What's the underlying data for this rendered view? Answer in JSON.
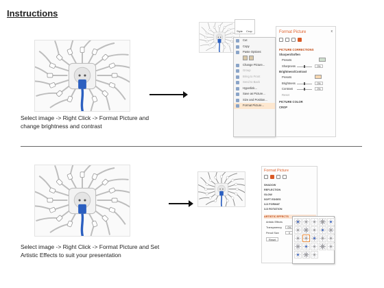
{
  "title": "Instructions",
  "step1": {
    "caption": "Select image -> Right Click -> Format Picture and change brightness and contrast",
    "toolbar": [
      "Style",
      "Crop"
    ],
    "context_menu": [
      {
        "label": "Cut",
        "state": "normal"
      },
      {
        "label": "Copy",
        "state": "normal"
      },
      {
        "label": "Paste Options:",
        "state": "normal"
      },
      {
        "label": "",
        "state": "paste"
      },
      {
        "label": "Change Picture...",
        "state": "normal"
      },
      {
        "label": "Group",
        "state": "disabled"
      },
      {
        "label": "Bring to Front",
        "state": "disabled"
      },
      {
        "label": "Send to Back",
        "state": "disabled"
      },
      {
        "label": "Hyperlink...",
        "state": "normal"
      },
      {
        "label": "Save as Picture...",
        "state": "normal"
      },
      {
        "label": "Size and Position...",
        "state": "normal"
      },
      {
        "label": "Format Picture...",
        "state": "selected"
      }
    ],
    "pane": {
      "title": "Format Picture",
      "close": "x",
      "section": "PICTURE CORRECTIONS",
      "sharpen_header": "Sharpen/Soften",
      "presets_label": "Presets",
      "sharpness_label": "Sharpness",
      "sharpness_value": "0%",
      "bc_header": "Brightness/Contrast",
      "bc_presets_label": "Presets",
      "brightness_label": "Brightness",
      "brightness_value": "0%",
      "contrast_label": "Contrast",
      "contrast_value": "0%",
      "reset_label": "Reset",
      "picture_color": "PICTURE COLOR",
      "crop": "CROP"
    }
  },
  "step2": {
    "caption": "Select image -> Right Click -> Format Picture and Set Artistic Effects to suit your presentation",
    "pane": {
      "title": "Format Picture",
      "items": [
        "SHADOW",
        "REFLECTION",
        "GLOW",
        "SOFT EDGES",
        "3-D FORMAT",
        "3-D ROTATION"
      ],
      "artistic": "ARTISTIC EFFECTS",
      "artistic_label": "Artistic Effects",
      "transparency_label": "Transparency",
      "transparency_value": "0%",
      "pencil_label": "Pencil Size",
      "pencil_value": "0",
      "reset_label": "Reset"
    },
    "gallery_count": 23
  },
  "colors": {
    "cable": "#2b5fc0",
    "accent": "#d95a26",
    "socket": "#f2f2f2"
  }
}
